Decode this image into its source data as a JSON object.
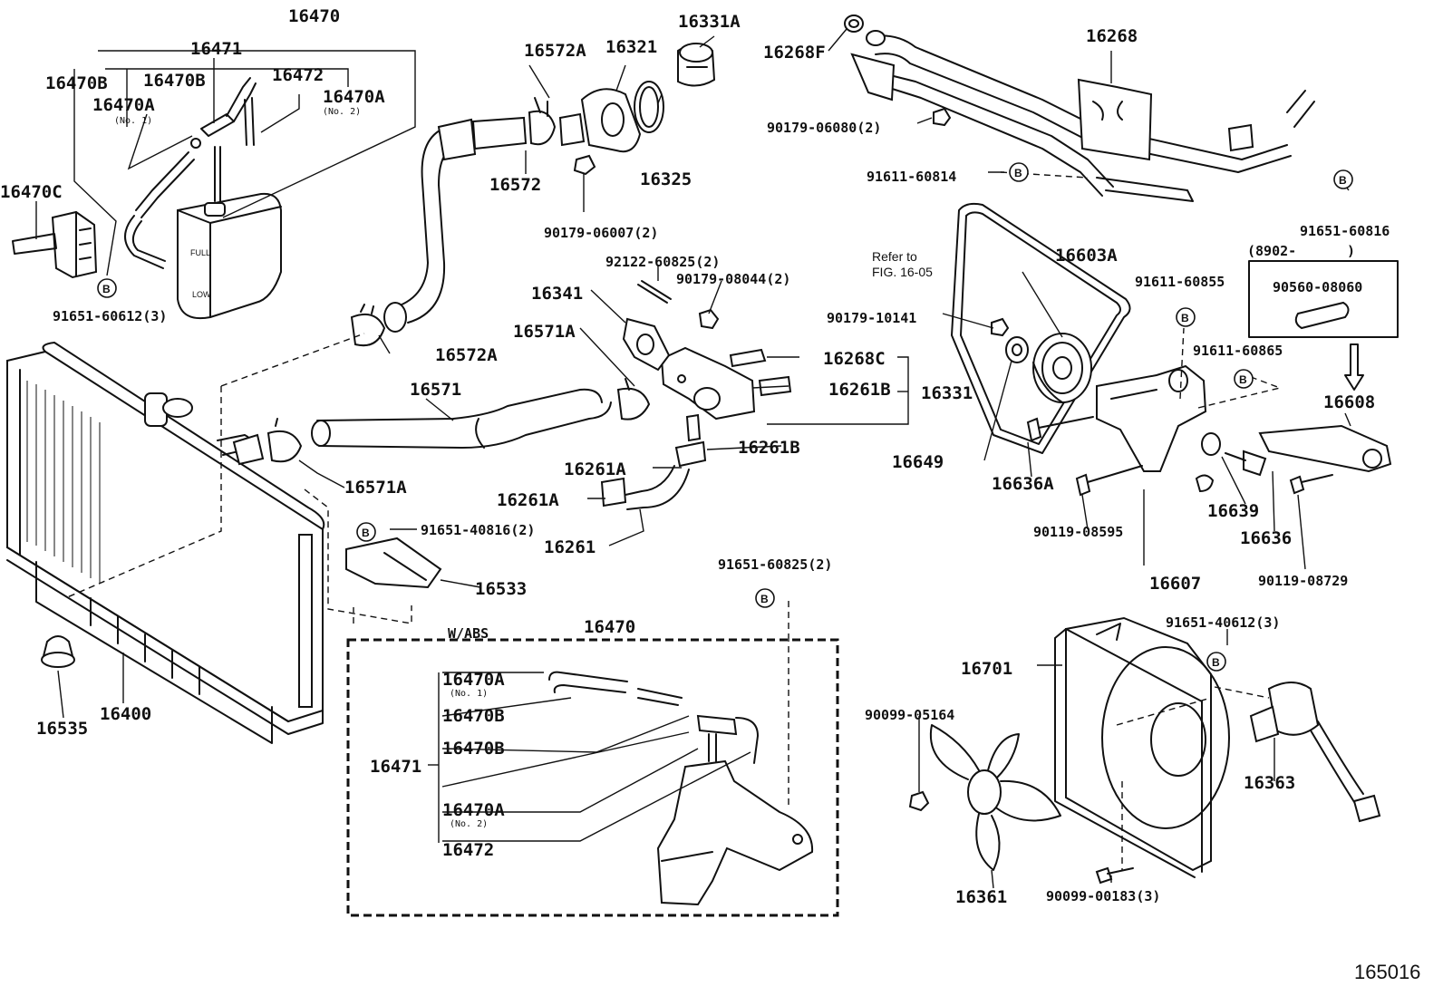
{
  "diagram": {
    "figure_number": "165016",
    "marker_letter": "B",
    "labels": {
      "p16470_top": "16470",
      "p16471_top": "16471",
      "p16470B_a": "16470B",
      "p16470B_b": "16470B",
      "p16472_top": "16472",
      "p16470A_left": "16470A",
      "p16470A_left_sub": "(No. 1)",
      "p16470A_right": "16470A",
      "p16470A_right_sub": "(No. 2)",
      "p16470C": "16470C",
      "p91651_60612": "91651-60612(3)",
      "p16572A_top": "16572A",
      "p16321": "16321",
      "p16331A": "16331A",
      "p16572": "16572",
      "p16325": "16325",
      "p90179_06007": "90179-06007(2)",
      "p16268F": "16268F",
      "p16268": "16268",
      "p90179_06080": "90179-06080(2)",
      "p91611_60814": "91611-60814",
      "p91651_60816": "91651-60816",
      "p8902": "(8902-",
      "p8902_close": ")",
      "p90560_08060": "90560-08060",
      "p92122_60825": "92122-60825(2)",
      "p90179_08044": "90179-08044(2)",
      "p16341": "16341",
      "p16571A_top": "16571A",
      "p16268C": "16268C",
      "p16261B_right": "16261B",
      "p16331": "16331",
      "p16572A_mid": "16572A",
      "p16571": "16571",
      "p16261B_low": "16261B",
      "p16261A_a": "16261A",
      "p16261A_b": "16261A",
      "p16261": "16261",
      "p16571A_low": "16571A",
      "p91651_40816": "91651-40816(2)",
      "p16533": "16533",
      "refer_line1": "Refer to",
      "refer_line2": "FIG. 16-05",
      "p16603A": "16603A",
      "p91611_60855": "91611-60855",
      "p90179_10141": "90179-10141",
      "p91611_60865": "91611-60865",
      "p16608": "16608",
      "p16649": "16649",
      "p16636A": "16636A",
      "p90119_08595": "90119-08595",
      "p16639": "16639",
      "p16636": "16636",
      "p16607": "16607",
      "p90119_08729": "90119-08729",
      "p91651_60825": "91651-60825(2)",
      "wabs": "W/ABS",
      "p16470_box": "16470",
      "p16471_box": "16471",
      "box_16470A_1": "16470A",
      "box_16470A_1_sub": "(No. 1)",
      "box_16470B_1": "16470B",
      "box_16470B_2": "16470B",
      "box_16470A_2": "16470A",
      "box_16470A_2_sub": "(No. 2)",
      "box_16472": "16472",
      "p16535": "16535",
      "p16400": "16400",
      "p91651_40612": "91651-40612(3)",
      "p16701": "16701",
      "p90099_05164": "90099-05164",
      "p16363": "16363",
      "p16361": "16361",
      "p90099_00183": "90099-00183(3)"
    }
  }
}
